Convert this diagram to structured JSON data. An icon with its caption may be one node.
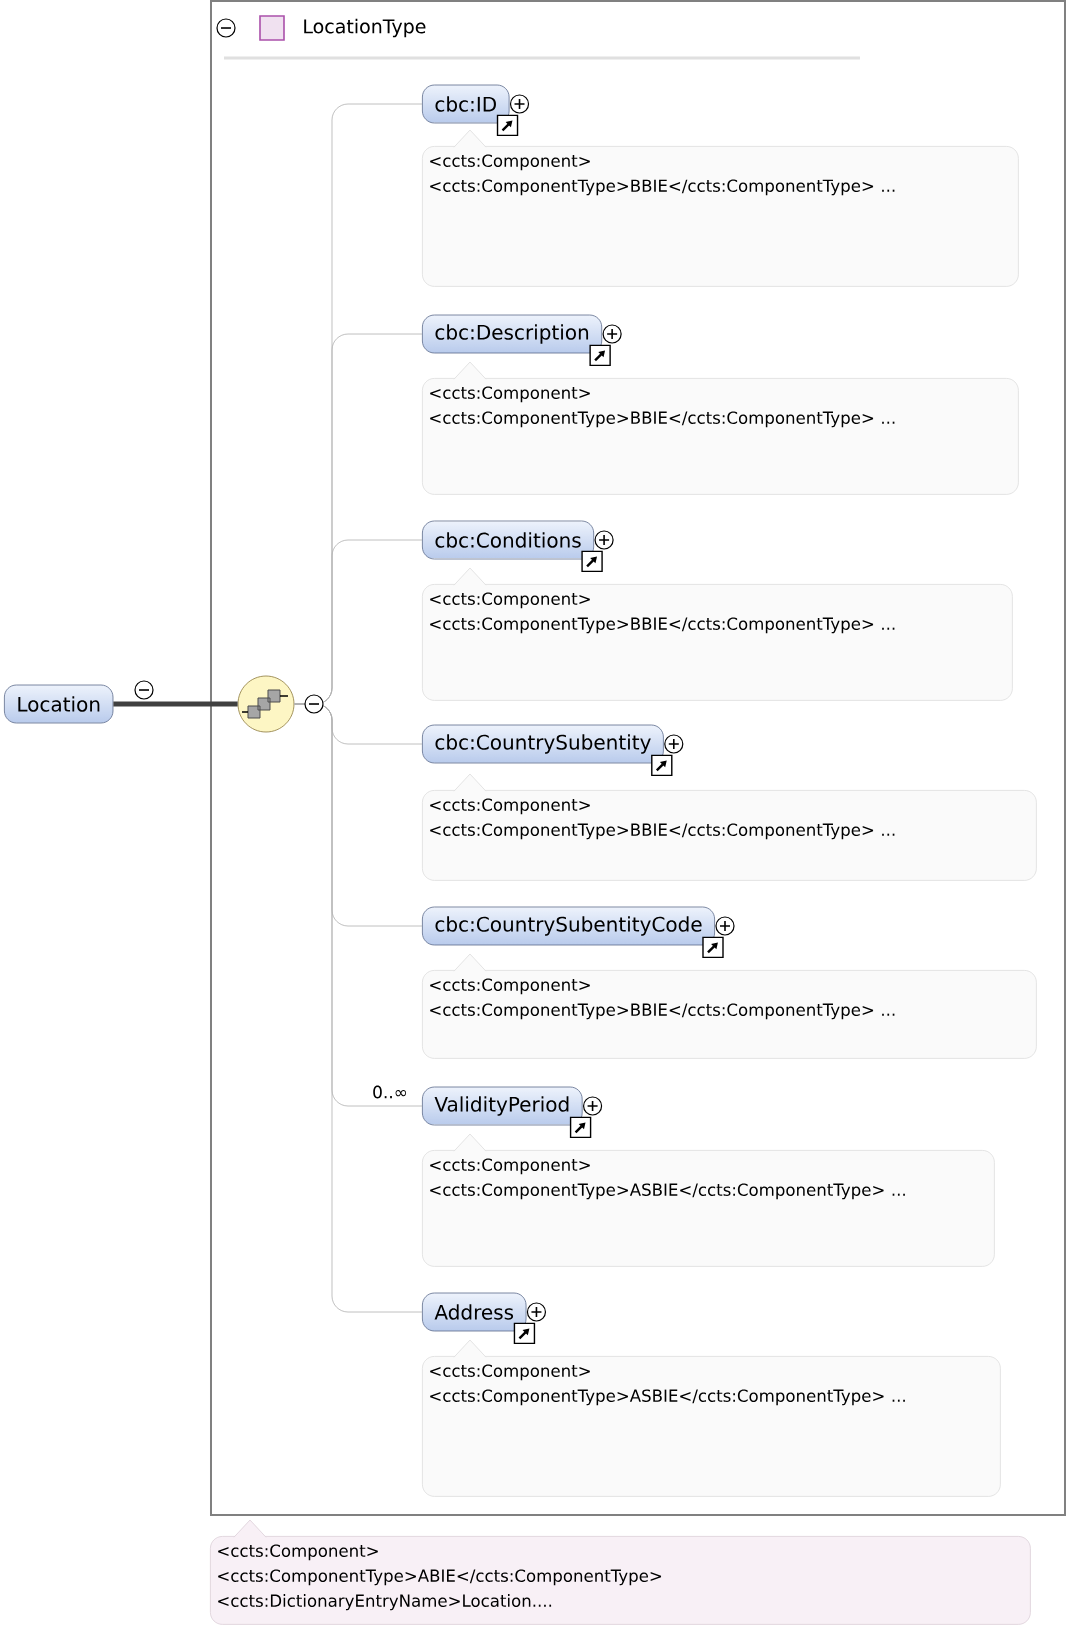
{
  "diagram": {
    "nodes": [
      {
        "text": [
          "Location"
        ]
      },
      {
        "text": [
          "LocationType"
        ]
      },
      {
        "text": [],
        "shape": "circle",
        "in": 1
      },
      {
        "text": [
          "cbc:ID"
        ],
        "in": 1
      },
      {
        "text": [
          "<ccts:Component> <ccts:ComponentType>BBIE</ccts:ComponentType> ..."
        ],
        "in": 1
      },
      {
        "text": [
          "cbc:Description"
        ],
        "in": 1
      },
      {
        "text": [
          "<ccts:Component> <ccts:ComponentType>BBIE</ccts:ComponentType> ..."
        ],
        "in": 1
      },
      {
        "text": [
          "cbc:Conditions"
        ],
        "in": 1
      },
      {
        "text": [
          "<ccts:Component> <ccts:ComponentType>BBIE</ccts:ComponentType> ..."
        ],
        "in": 1
      },
      {
        "text": [
          "cbc:CountrySubentity"
        ],
        "in": 1
      },
      {
        "text": [
          "<ccts:Component> <ccts:ComponentType>BBIE</ccts:ComponentType> ..."
        ],
        "in": 1
      },
      {
        "text": [
          "cbc:CountrySubentityCode"
        ],
        "in": 1
      },
      {
        "text": [
          "<ccts:Component> <ccts:ComponentType>BBIE</ccts:ComponentType> ..."
        ],
        "in": 1
      },
      {
        "text": [
          "ValidityPeriod"
        ],
        "in": 1
      },
      {
        "text": [
          "<ccts:Component> <ccts:ComponentType>ASBIE</ccts:ComponentType> ..."
        ],
        "in": 1
      },
      {
        "text": [
          "Address"
        ],
        "in": 1
      },
      {
        "text": [
          "<ccts:Component> <ccts:ComponentType>ASBIE</ccts:ComponentType> ..."
        ],
        "in": 1
      },
      {
        "text": [
          "<ccts:Component> <ccts:ComponentType>ABIE</ccts:ComponentType> <ccts:DictionaryEntryName>Location...."
        ]
      }
    ],
    "edges": [
      {
        "from": 0,
        "to": 2,
        "arrow": "none",
        "style": "thick",
        "color": "#404040"
      },
      {
        "from": 2,
        "to": 3,
        "arrow": "none"
      },
      {
        "from": 2,
        "to": 5,
        "arrow": "none"
      },
      {
        "from": 2,
        "to": 7,
        "arrow": "none"
      },
      {
        "from": 2,
        "to": 9,
        "arrow": "none"
      },
      {
        "from": 2,
        "to": 11,
        "arrow": "none"
      },
      {
        "from": 2,
        "to": 13,
        "arrow": "none",
        "label": "0..∞"
      },
      {
        "from": 2,
        "to": 15,
        "arrow": "none"
      }
    ]
  }
}
